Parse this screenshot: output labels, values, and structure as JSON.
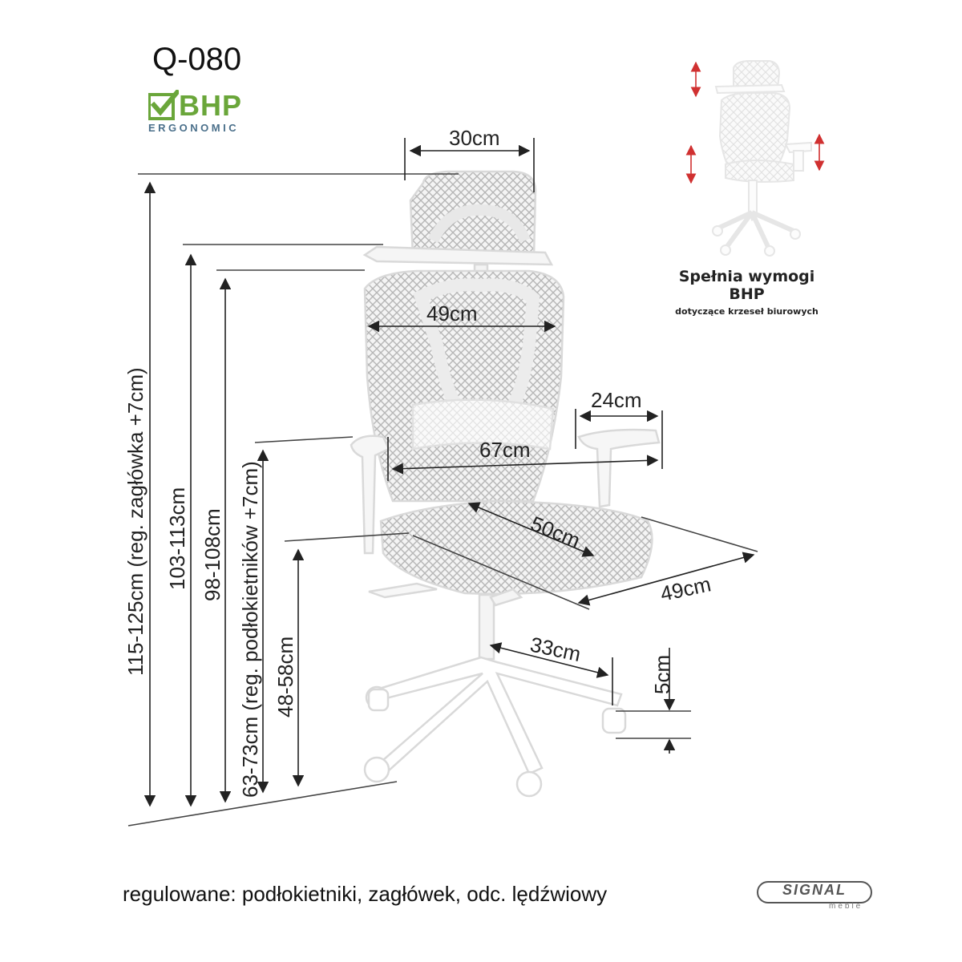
{
  "model": "Q-080",
  "logo": {
    "brand": "BHP",
    "sub": "ERGONOMIC",
    "icon": "checkmark-icon"
  },
  "bhp_note": {
    "title": "Spełnia wymogi BHP",
    "subtitle": "dotyczące krzeseł biurowych"
  },
  "dimensions": {
    "headrest_width": "30cm",
    "back_width": "49cm",
    "armrest_length": "24cm",
    "arm_span": "67cm",
    "seat_depth": "50cm",
    "seat_width": "49cm",
    "base_radius": "33cm",
    "wheel_height": "5cm",
    "total_height": "115-125cm (reg. zagłówka +7cm)",
    "back_height": "103-113cm",
    "backrest_top_height": "98-108cm",
    "armrest_height": "63-73cm (reg. podłokietników +7cm)",
    "seat_height": "48-58cm"
  },
  "footer": "regulowane: podłokietniki, zagłówek, odc. lędźwiowy",
  "brand_logo": {
    "name": "SIGNAL",
    "sub": "meble"
  }
}
